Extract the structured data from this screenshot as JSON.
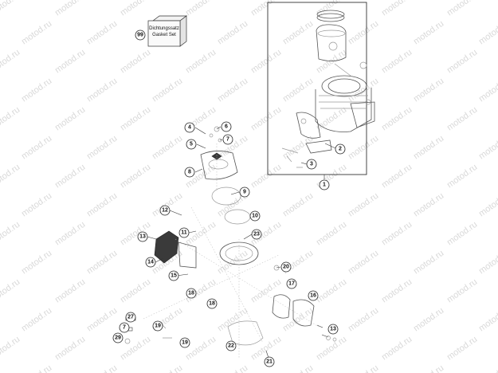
{
  "watermark": {
    "text": "motod.ru"
  },
  "gasket_kit": {
    "number": "99",
    "line1": "Dichtungssatz",
    "line2": "Gasket Set"
  },
  "callouts": {
    "c1": "1",
    "c2": "2",
    "c3": "3",
    "c4": "4",
    "c5": "5",
    "c6": "6",
    "c7a": "7",
    "c8": "8",
    "c9": "9",
    "c10": "10",
    "c11": "11",
    "c12": "12",
    "c13a": "13",
    "c14": "14",
    "c15": "15",
    "c16": "16",
    "c17": "17",
    "c18a": "18",
    "c18b": "18",
    "c19a": "19",
    "c19b": "19",
    "c20": "20",
    "c21": "21",
    "c22": "22",
    "c23": "23",
    "c27": "27",
    "c7b": "7",
    "c29": "29",
    "c13b": "13"
  }
}
